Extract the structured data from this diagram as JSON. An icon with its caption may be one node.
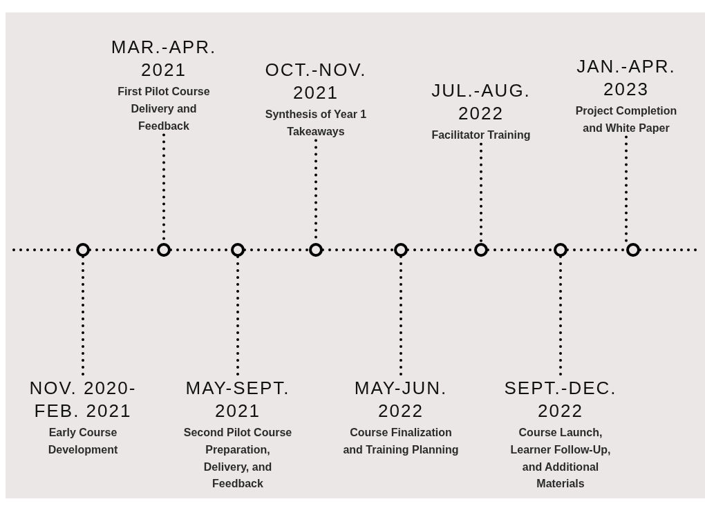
{
  "diagram": {
    "nodes": [
      {
        "text": [
          "NOV. 2020- FEB. 2021",
          "Early Course Development"
        ]
      },
      {
        "text": [
          "MAR.-APR. 2021",
          "First Pilot Course Delivery and Feedback"
        ]
      },
      {
        "text": [
          "MAY-SEPT. 2021",
          "Second Pilot Course Preparation, Delivery, and Feedback"
        ]
      },
      {
        "text": [
          "OCT.-NOV. 2021",
          "Synthesis of Year 1 Takeaways"
        ]
      },
      {
        "text": [
          "MAY-JUN. 2022",
          "Course Finalization and Training Planning"
        ]
      },
      {
        "text": [
          "JUL.-AUG. 2022",
          "Facilitator Training"
        ]
      },
      {
        "text": [
          "SEPT.-DEC. 2022",
          "Course Launch, Learner Follow-Up, and Additional Materials"
        ]
      },
      {
        "text": [
          "JAN.-APR. 2023",
          "Project Completion and White Paper"
        ]
      },
      {
        "text": [],
        "shape": "circle"
      },
      {
        "text": [],
        "shape": "circle"
      },
      {
        "text": [],
        "shape": "circle"
      },
      {
        "text": [],
        "shape": "circle"
      },
      {
        "text": [],
        "shape": "circle"
      },
      {
        "text": [],
        "shape": "circle"
      },
      {
        "text": [],
        "shape": "circle"
      },
      {
        "text": [],
        "shape": "circle"
      }
    ],
    "edges": [
      {
        "from": null,
        "to": 8,
        "arrow": "none"
      },
      {
        "from": 8,
        "to": 9,
        "arrow": "none"
      },
      {
        "from": 9,
        "to": 10,
        "arrow": "none"
      },
      {
        "from": 10,
        "to": 11,
        "arrow": "none"
      },
      {
        "from": 11,
        "to": 12,
        "arrow": "none"
      },
      {
        "from": 12,
        "to": 13,
        "arrow": "none"
      },
      {
        "from": 13,
        "to": 14,
        "arrow": "none"
      },
      {
        "from": 14,
        "to": 15,
        "arrow": "none"
      },
      {
        "from": 15,
        "to": null,
        "arrow": "none"
      },
      {
        "from": 8,
        "to": 0,
        "arrow": "none"
      },
      {
        "from": 9,
        "to": 1,
        "arrow": "none"
      },
      {
        "from": 10,
        "to": 2,
        "arrow": "none"
      },
      {
        "from": 11,
        "to": 3,
        "arrow": "none"
      },
      {
        "from": 12,
        "to": 4,
        "arrow": "none"
      },
      {
        "from": 13,
        "to": 5,
        "arrow": "none"
      },
      {
        "from": 14,
        "to": 6,
        "arrow": "none"
      },
      {
        "from": 15,
        "to": 7,
        "arrow": "none"
      }
    ]
  }
}
